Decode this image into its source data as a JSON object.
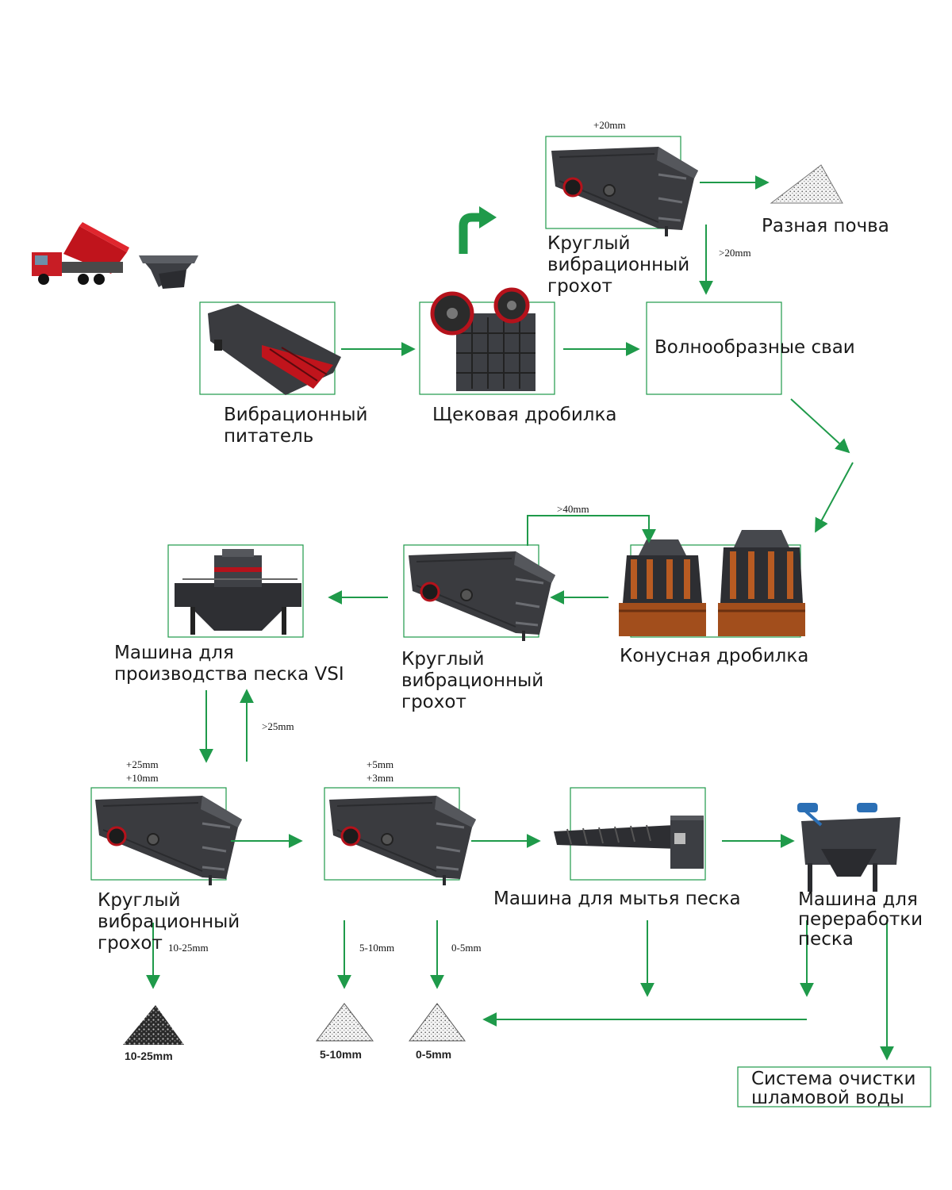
{
  "colors": {
    "arrow": "#1f9a4a",
    "frame": "#1f9a4a",
    "machine": "#3a3b3f",
    "machine_dark": "#26272a",
    "accent_red": "#b5121b"
  },
  "labels": {
    "vibrating_feeder": "Вибрационный\nпитатель",
    "jaw_crusher": "Щековая дробилка",
    "screen_top": "Круглый\nвибрационный\nгрохот",
    "misc_soil": "Разная почва",
    "wave_piles": "Волнообразные сваи",
    "cone_crusher": "Конусная дробилка",
    "screen_mid": "Круглый\nвибрационный\nгрохот",
    "vsi": "Машина для\nпроизводства песка VSI",
    "screen_bottom": "Круглый\nвибрационный\nгрохот",
    "sand_washer": "Машина для мытья песка",
    "sand_recycler": "Машина для\nпереработки\nпеска",
    "slurry_system": "Система очистки\nшламовой воды"
  },
  "sizes": {
    "top_plus20": "+20mm",
    "top_minus20": ">20mm",
    "mid_plus40": ">40mm",
    "vsi_plus25": ">25mm",
    "screen_b1_out": "+25mm\n+10mm",
    "screen_b2_out": "+5mm\n+3mm",
    "out_10_25": "10-25mm",
    "out_5_10": "5-10mm",
    "out_0_5": "0-5mm"
  },
  "piles": [
    "10-25mm",
    "5-10mm",
    "0-5mm"
  ],
  "icons": [
    "dump-truck-icon",
    "hopper-icon",
    "turn-arrow-icon"
  ]
}
